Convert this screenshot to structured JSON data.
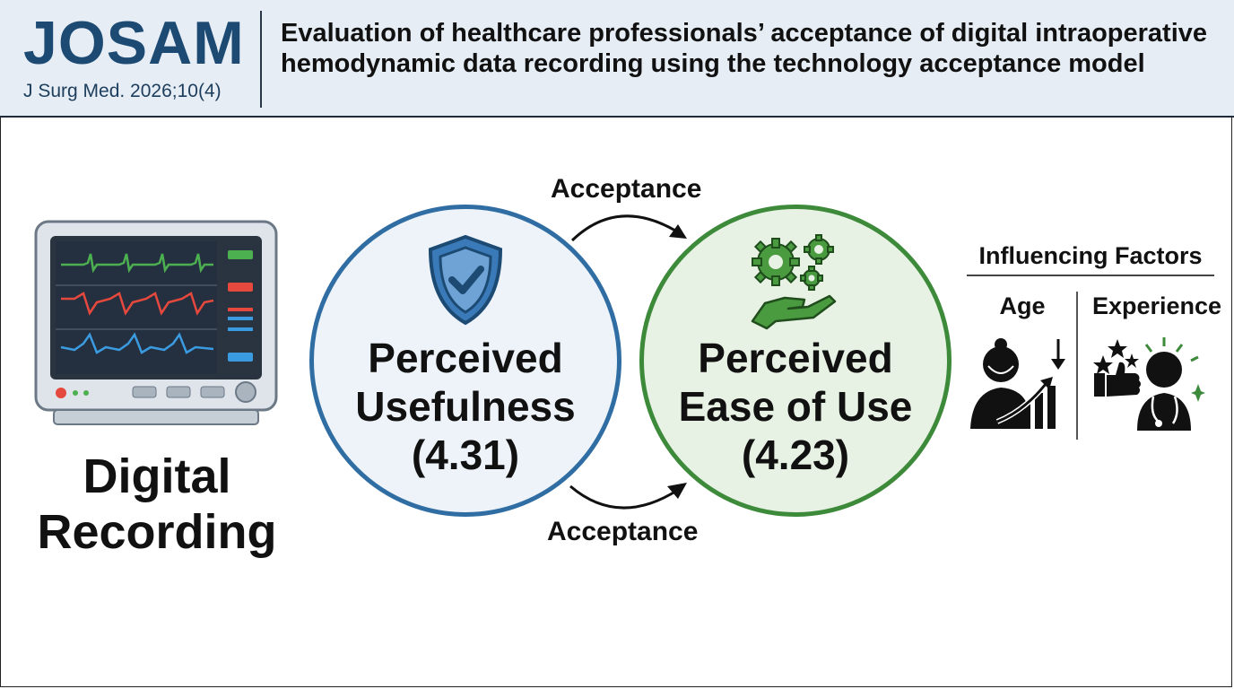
{
  "header": {
    "journal_logo": "JOSAM",
    "citation": "J Surg Med. 2026;10(4)",
    "title_line1": "Evaluation of healthcare professionals’ acceptance of digital intraoperative",
    "title_line2": "hemodynamic data recording using the technology acceptance model"
  },
  "left": {
    "label_line1": "Digital",
    "label_line2": "Recording"
  },
  "perceived_usefulness": {
    "line1": "Perceived",
    "line2": "Usefulness",
    "score": "(4.31)",
    "color": "#2f6da3"
  },
  "perceived_ease_of_use": {
    "line1": "Perceived",
    "line2": "Ease of Use",
    "score": "(4.23)",
    "color": "#3c8a3a"
  },
  "arrows": {
    "top_label": "Acceptance",
    "bottom_label": "Acceptance"
  },
  "influencing_factors": {
    "title": "Influencing Factors",
    "factor1": "Age",
    "factor2": "Experience"
  },
  "icons": {
    "monitor": "vital-signs-monitor-icon",
    "shield": "shield-check-icon",
    "gears": "gears-hand-icon",
    "age": "person-age-chart-icon",
    "experience": "doctor-thumbs-up-icon"
  }
}
